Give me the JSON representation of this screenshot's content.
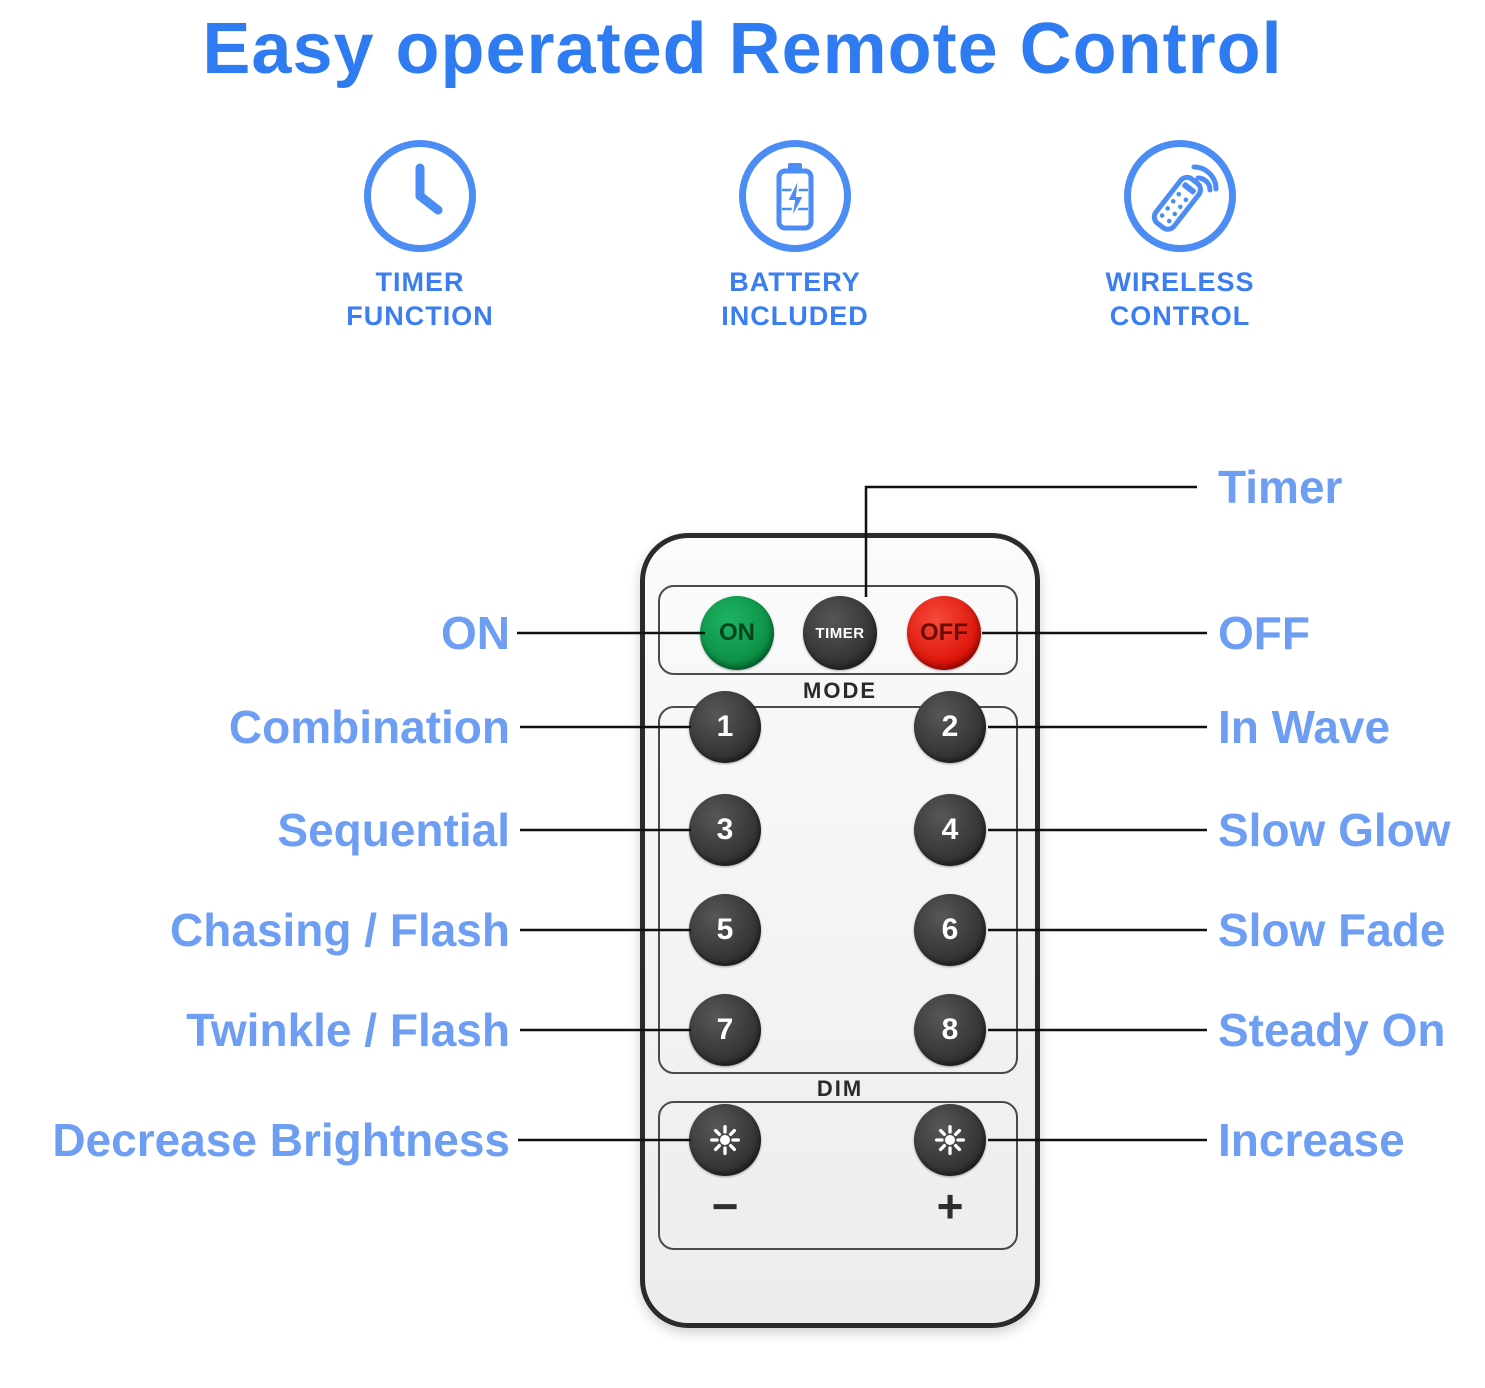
{
  "title": "Easy operated Remote Control",
  "features": [
    {
      "icon": "clock-icon",
      "line1": "TIMER",
      "line2": "FUNCTION"
    },
    {
      "icon": "battery-icon",
      "line1": "BATTERY",
      "line2": "INCLUDED"
    },
    {
      "icon": "wireless-remote-icon",
      "line1": "WIRELESS",
      "line2": "CONTROL"
    }
  ],
  "remote": {
    "on_label": "ON",
    "timer_label": "TIMER",
    "off_label": "OFF",
    "mode_label": "MODE",
    "mode_buttons": [
      "1",
      "2",
      "3",
      "4",
      "5",
      "6",
      "7",
      "8"
    ],
    "dim_label": "DIM",
    "dim_buttons_icon": "brightness-icon",
    "minus_label": "−",
    "plus_label": "+"
  },
  "annotations": {
    "timer": "Timer",
    "on": "ON",
    "off": "OFF",
    "btn1": "Combination",
    "btn2": "In Wave",
    "btn3": "Sequential",
    "btn4": "Slow Glow",
    "btn5": "Chasing / Flash",
    "btn6": "Slow Fade",
    "btn7": "Twinkle / Flash",
    "btn8": "Steady On",
    "dim_minus": "Decrease Brightness",
    "dim_plus": "Increase"
  },
  "colors": {
    "title_blue": "#2f7bf2",
    "label_blue": "#6d9ef3",
    "icon_blue": "#4c8cf5",
    "on_green": "#0a8a40",
    "off_red": "#da0e04",
    "button_dark": "#3c3c3c",
    "line_black": "#111111"
  }
}
